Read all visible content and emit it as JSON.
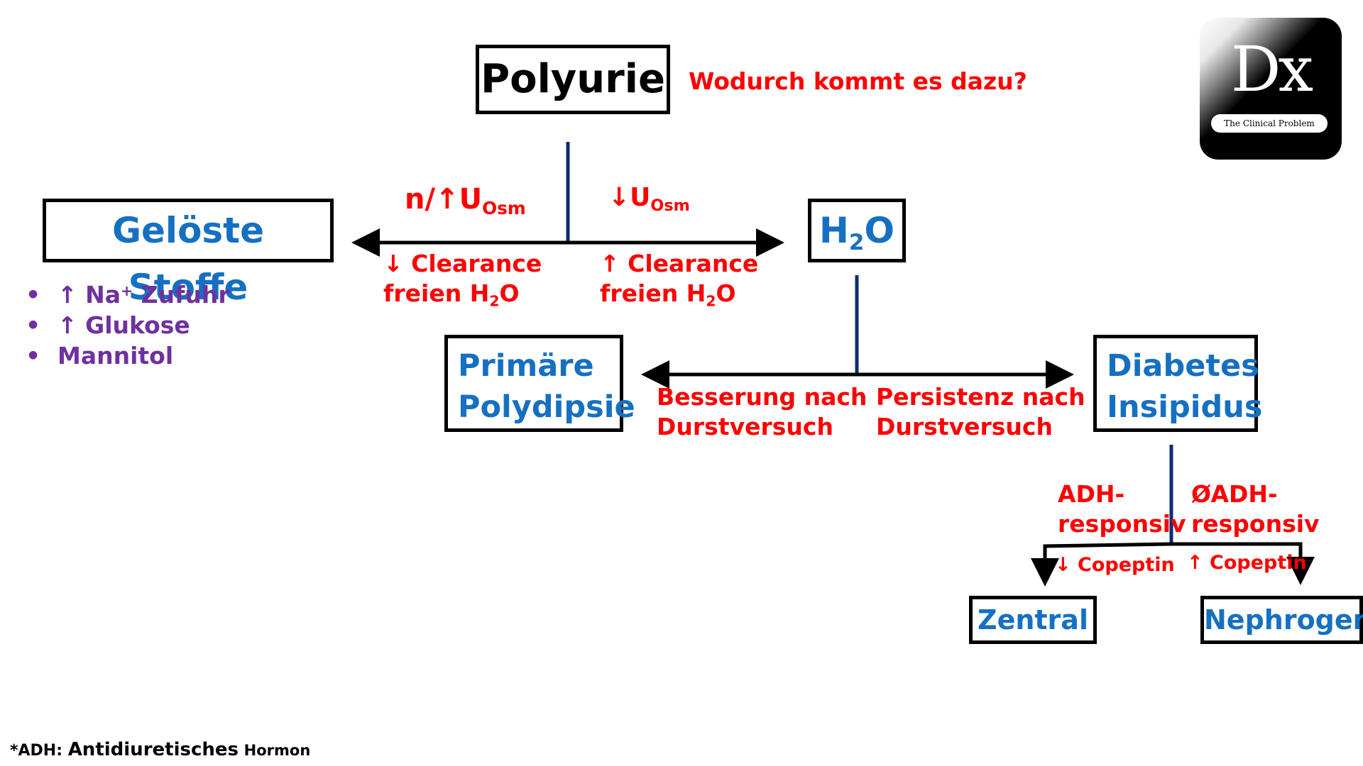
{
  "root": {
    "title": "Polyurie",
    "question": "Wodurch kommt es dazu?"
  },
  "branch1": {
    "left_node": "Gelöste Stoffe",
    "right_node": {
      "text": "H",
      "sub": "2",
      "after": "O"
    },
    "left_label_top": {
      "prefix": "n/↑U",
      "sub": "Osm"
    },
    "right_label_top": {
      "prefix": "↓U",
      "sub": "Osm"
    },
    "left_label_bottom": {
      "line1": "↓ Clearance",
      "line2_pre": "freien H",
      "line2_sub": "2",
      "line2_post": "O"
    },
    "right_label_bottom": {
      "line1": "↑ Clearance",
      "line2_pre": "freien H",
      "line2_sub": "2",
      "line2_post": "O"
    },
    "causes": [
      {
        "pre": "↑ Na",
        "sup": "+",
        "post": " Zufuhr"
      },
      {
        "pre": "↑ Glukose",
        "sup": "",
        "post": ""
      },
      {
        "pre": "Mannitol",
        "sup": "",
        "post": ""
      }
    ]
  },
  "branch2": {
    "left_node": {
      "line1": "Primäre",
      "line2": "Polydipsie"
    },
    "right_node": {
      "line1": "Diabetes",
      "line2": "Insipidus"
    },
    "left_label": {
      "line1": "Besserung nach",
      "line2": "Durstversuch"
    },
    "right_label": {
      "line1": "Persistenz nach",
      "line2": "Durstversuch"
    }
  },
  "branch3": {
    "left_label": {
      "line1": "ADH-",
      "line2": "responsiv"
    },
    "right_label": {
      "line1": "ØADH-",
      "line2": "responsiv"
    },
    "left_sub_label": "↓ Copeptin",
    "right_sub_label": "↑ Copeptin",
    "left_node": "Zentral",
    "right_node": "Nephrogen"
  },
  "logo": {
    "mark": "Dx",
    "tagline": "The Clinical Problem Solvers"
  },
  "footnote": {
    "star_abbr": "*ADH:",
    "word1": "Antidiuretisches",
    "word2": "Hormon"
  },
  "colors": {
    "node_text": "#1670c2",
    "label_text": "#ff0000",
    "cause_text": "#7030a0",
    "connector": "#0d2d6b",
    "arrow": "#000000"
  }
}
